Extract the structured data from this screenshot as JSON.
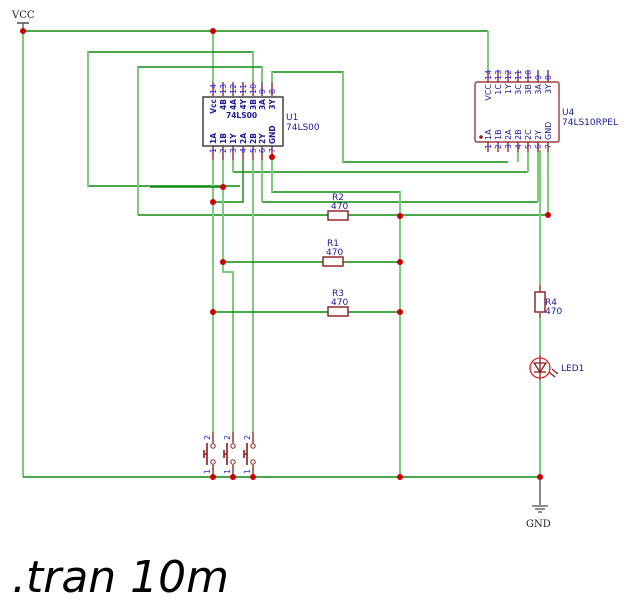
{
  "schematic": {
    "power": {
      "vcc_label": "VCC",
      "gnd_label": "GND"
    },
    "u1": {
      "ref": "U1",
      "value": "74LS00",
      "body_label": "74LS00",
      "top_pins": [
        {
          "num": "14",
          "name": "Vcc"
        },
        {
          "num": "13",
          "name": "4B"
        },
        {
          "num": "12",
          "name": "4A"
        },
        {
          "num": "11",
          "name": "4Y"
        },
        {
          "num": "10",
          "name": "3B"
        },
        {
          "num": "9",
          "name": "3A"
        },
        {
          "num": "8",
          "name": "3Y"
        }
      ],
      "bottom_pins": [
        {
          "num": "1",
          "name": "1A"
        },
        {
          "num": "2",
          "name": "1B"
        },
        {
          "num": "3",
          "name": "1Y"
        },
        {
          "num": "4",
          "name": "2A"
        },
        {
          "num": "5",
          "name": "2B"
        },
        {
          "num": "6",
          "name": "2Y"
        },
        {
          "num": "7",
          "name": "GND"
        }
      ]
    },
    "u4": {
      "ref": "U4",
      "value": "74LS10RPEL",
      "top_pins": [
        {
          "num": "14",
          "name": "VCC"
        },
        {
          "num": "13",
          "name": "1C"
        },
        {
          "num": "12",
          "name": "1Y"
        },
        {
          "num": "11",
          "name": "3C"
        },
        {
          "num": "10",
          "name": "3B"
        },
        {
          "num": "9",
          "name": "3A"
        },
        {
          "num": "8",
          "name": "3Y"
        }
      ],
      "bottom_pins": [
        {
          "num": "1",
          "name": "1A"
        },
        {
          "num": "2",
          "name": "1B"
        },
        {
          "num": "3",
          "name": "2A"
        },
        {
          "num": "4",
          "name": "2B"
        },
        {
          "num": "5",
          "name": "2C"
        },
        {
          "num": "6",
          "name": "2Y"
        },
        {
          "num": "7",
          "name": "GND"
        }
      ]
    },
    "resistors": [
      {
        "ref": "R2",
        "value": "470"
      },
      {
        "ref": "R1",
        "value": "470"
      },
      {
        "ref": "R3",
        "value": "470"
      },
      {
        "ref": "R4",
        "value": "470"
      }
    ],
    "led": {
      "ref": "LED1"
    },
    "switches": [
      {
        "pin_top": "2",
        "pin_bottom": "1"
      },
      {
        "pin_top": "2",
        "pin_bottom": "1"
      },
      {
        "pin_top": "2",
        "pin_bottom": "1"
      }
    ],
    "spice_directive": ".tran 10m"
  }
}
